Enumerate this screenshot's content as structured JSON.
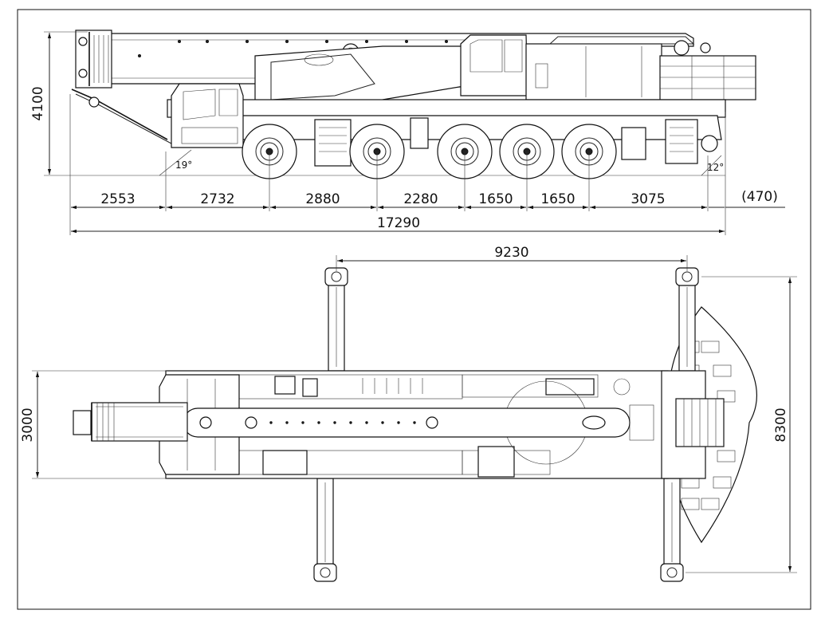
{
  "side_view": {
    "height_dim": "4100",
    "front_angle": "19°",
    "rear_angle": "12°",
    "segments": [
      "2553",
      "2732",
      "2880",
      "2280",
      "1650",
      "1650",
      "3075"
    ],
    "rear_overhang": "(470)",
    "total_length": "17290"
  },
  "top_view": {
    "outrigger_span_longitudinal": "9230",
    "vehicle_width": "3000",
    "outrigger_span_transverse": "8300"
  }
}
